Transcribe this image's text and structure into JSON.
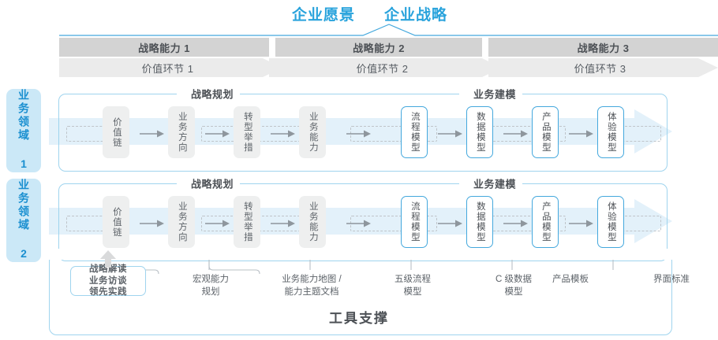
{
  "header": {
    "vision_title": "企业愿景",
    "strategy_title": "企业战略"
  },
  "capability_band": [
    {
      "label": "战略能力 1"
    },
    {
      "label": "战略能力 2"
    },
    {
      "label": "战略能力 3"
    }
  ],
  "value_chain_band": [
    {
      "label": "价值环节 1"
    },
    {
      "label": "价值环节 2"
    },
    {
      "label": "价值环节 3"
    }
  ],
  "domains": [
    {
      "label": "业务领域 1"
    },
    {
      "label": "业务领域 2"
    }
  ],
  "row": {
    "section_labels": {
      "planning": "战略规划",
      "modeling": "业务建模"
    },
    "nodes": [
      {
        "label": "价值链",
        "style": "gray"
      },
      {
        "label": "业务方向",
        "style": "gray"
      },
      {
        "label": "转型举措",
        "style": "gray"
      },
      {
        "label": "业务能力",
        "style": "gray"
      },
      {
        "label": "流程模型",
        "style": "blue"
      },
      {
        "label": "数据模型",
        "style": "blue"
      },
      {
        "label": "产品模型",
        "style": "blue"
      },
      {
        "label": "体验模型",
        "style": "blue"
      }
    ]
  },
  "tool_support": {
    "title": "工具支撑",
    "items": [
      {
        "label": "战略解读\n业务访谈\n领先实践",
        "highlight": true
      },
      {
        "label": "宏观能力\n规划"
      },
      {
        "label": "业务能力地图 /\n能力主题文档"
      },
      {
        "label": "五级流程\n模型"
      },
      {
        "label": "C 级数据\n模型"
      },
      {
        "label": "产品模板"
      },
      {
        "label": "界面标准"
      }
    ]
  },
  "colors": {
    "accent": "#29a3dc",
    "node_blue_border": "#44a8dd",
    "band_dark": "#d3d3d3",
    "band_light": "#ebebeb",
    "domain_tab": "#cbe8f7",
    "text": "#5d6369"
  }
}
